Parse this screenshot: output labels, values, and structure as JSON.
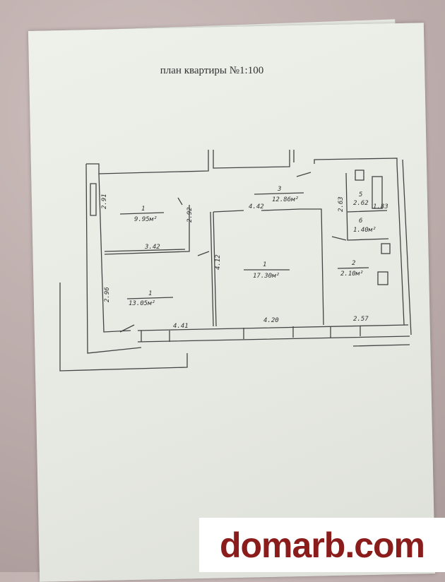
{
  "title": "план квартиры №1:100",
  "rooms": [
    {
      "num": "1",
      "area": "9.95м²"
    },
    {
      "num": "1",
      "area": "13.05м²"
    },
    {
      "num": "1",
      "area": "17.30м²"
    },
    {
      "num": "3",
      "area": "12.86м²"
    },
    {
      "num": "2",
      "area": "2.10м²"
    },
    {
      "num": "5",
      "area": "2.62"
    },
    {
      "num": "6",
      "area": "1.40м²"
    }
  ],
  "dimensions": [
    "2.91",
    "2.92",
    "3.42",
    "2.96",
    "4.41",
    "4.12",
    "4.20",
    "4.42",
    "2.63",
    "2.57",
    "1.83"
  ],
  "watermark": "domarb.com"
}
